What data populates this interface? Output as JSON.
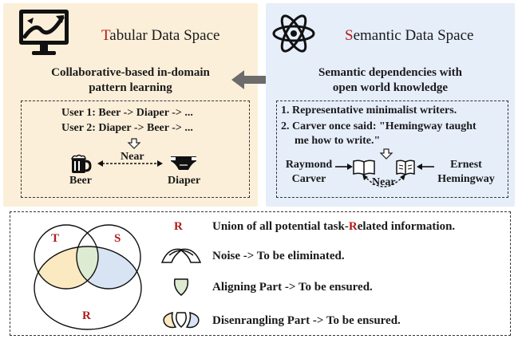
{
  "tabular": {
    "title_first": "T",
    "title_rest": "abular Data Space",
    "subtitle_line1": "Collaborative-based in-domain",
    "subtitle_line2": "pattern learning",
    "user1": "User 1: Beer -> Diaper -> ...",
    "user2": "User 2: Diaper -> Beer -> ...",
    "near": "Near",
    "item_left": "Beer",
    "item_right": "Diaper",
    "bg_color": "#fcefd9"
  },
  "semantic": {
    "title_first": "S",
    "title_rest": "emantic Data Space",
    "subtitle_line1": "Semantic dependencies with",
    "subtitle_line2": "open world knowledge",
    "point1": "1. Representative minimalist writers.",
    "point2_line1": "2. Carver once said: \"Hemingway taught",
    "point2_line2": "me how to write.\"",
    "author_left_line1": "Raymond",
    "author_left_line2": "Carver",
    "author_right_line1": "Ernest",
    "author_right_line2": "Hemingway",
    "near": "Near",
    "bg_color": "#e6eefa"
  },
  "venn": {
    "label_t": "T",
    "label_s": "S",
    "label_r": "R",
    "accent_color": "#b01c1c"
  },
  "legend": {
    "r_symbol": "R",
    "r_text_before": "Union of all potential task-",
    "r_text_highlight": "R",
    "r_text_after": "elated information.",
    "noise": "Noise -> To be eliminated.",
    "aligning": "Aligning Part -> To be ensured.",
    "disentangling": "Disenrangling Part -> To be ensured."
  },
  "icons": [
    "monitor-chart-icon",
    "atom-icon",
    "double-arrow-icon",
    "beer-mug-icon",
    "diaper-icon",
    "book-icon"
  ]
}
